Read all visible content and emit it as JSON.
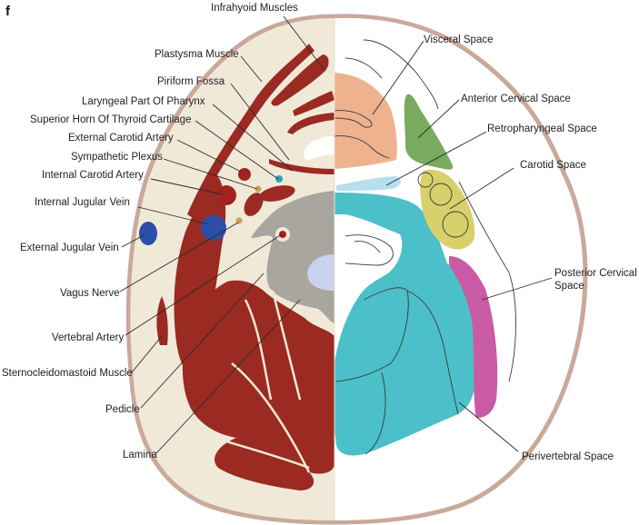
{
  "figure": {
    "panel_letter": "f",
    "title": "Axial cross-section of the neck: anatomy (left) and deep cervical spaces (right)"
  },
  "colors": {
    "skin_outline": "#c9a99a",
    "tissue_background": "#f1e9d8",
    "muscle": "#9a2a22",
    "artery": "#a3221f",
    "vein": "#2b4fa8",
    "nerve": "#c8a256",
    "sympathetic": "#2aa3b0",
    "bone": "#a9a6a0",
    "disc": "#c9d2ee",
    "visceral_space": "#efb28e",
    "anterior_cervical_space": "#7aaa5e",
    "retropharyngeal_space": "#b7dfec",
    "carotid_space": "#d8d06a",
    "posterior_cervical_space": "#c95aa6",
    "perivertebral_space": "#4cc0c8"
  },
  "labels_left": [
    {
      "id": "infrahyoid-muscles",
      "text": "Infrahyoid Muscles"
    },
    {
      "id": "platysma-muscle",
      "text": "Plastysma Muscle"
    },
    {
      "id": "piriform-fossa",
      "text": "Piriform Fossa"
    },
    {
      "id": "laryngeal-part-of-pharynx",
      "text": "Laryngeal Part Of Pharynx"
    },
    {
      "id": "superior-horn-thyroid-cartilage",
      "text": "Superior Horn Of Thyroid Cartilage"
    },
    {
      "id": "external-carotid-artery",
      "text": "External Carotid Artery"
    },
    {
      "id": "sympathetic-plexus",
      "text": "Sympathetic Plexus"
    },
    {
      "id": "internal-carotid-artery",
      "text": "Internal Carotid Artery"
    },
    {
      "id": "internal-jugular-vein",
      "text": "Internal Jugular Vein"
    },
    {
      "id": "external-jugular-vein",
      "text": "External Jugular Vein"
    },
    {
      "id": "vagus-nerve",
      "text": "Vagus Nerve"
    },
    {
      "id": "vertebral-artery",
      "text": "Vertebral Artery"
    },
    {
      "id": "sternocleidomastoid-muscle",
      "text": "Sternocleidomastoid Muscle"
    },
    {
      "id": "pedicle",
      "text": "Pedicle"
    },
    {
      "id": "lamina",
      "text": "Lamina"
    }
  ],
  "labels_right": [
    {
      "id": "visceral-space",
      "text": "Visceral Space"
    },
    {
      "id": "anterior-cervical-space",
      "text": "Anterior Cervical Space"
    },
    {
      "id": "retropharyngeal-space",
      "text": "Retropharyngeal Space"
    },
    {
      "id": "carotid-space",
      "text": "Carotid Space"
    },
    {
      "id": "posterior-cervical-space",
      "text": [
        "Posterior Cervical",
        "Space"
      ]
    },
    {
      "id": "perivertebral-space",
      "text": "Perivertebral Space"
    }
  ]
}
